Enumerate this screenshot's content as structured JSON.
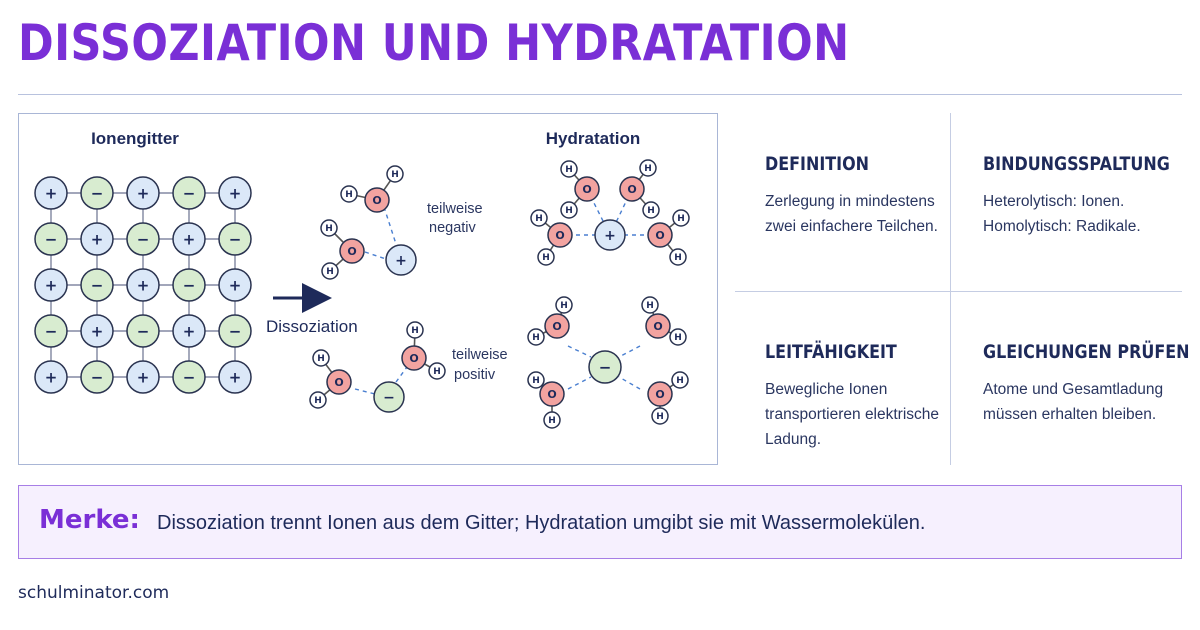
{
  "title": "DISSOZIATION UND HYDRATATION",
  "diagram": {
    "lattice_label": "Ionengitter",
    "process_label": "Dissoziation",
    "hydration_label": "Hydratation",
    "note_negative": [
      "teilweise",
      "negativ"
    ],
    "note_positive": [
      "teilweise",
      "positiv"
    ],
    "lattice_rows": [
      [
        "+",
        "−",
        "+",
        "−",
        "+"
      ],
      [
        "−",
        "+",
        "−",
        "+",
        "−"
      ],
      [
        "+",
        "−",
        "+",
        "−",
        "+"
      ],
      [
        "−",
        "+",
        "−",
        "+",
        "−"
      ],
      [
        "+",
        "−",
        "+",
        "−",
        "+"
      ]
    ],
    "atom_oxygen": "O",
    "atom_hydrogen": "H",
    "cation_sign": "+",
    "anion_sign": "−"
  },
  "cards": [
    {
      "id": "definition",
      "title": "DEFINITION",
      "text": "Zerlegung in mindestens\nzwei einfachere Teilchen."
    },
    {
      "id": "bindungsspaltung",
      "title": "BINDUNGSSPALTUNG",
      "text": "Heterolytisch: Ionen.\nHomolytisch: Radikale."
    },
    {
      "id": "leitfaehigkeit",
      "title": "LEITFÄHIGKEIT",
      "text": "Bewegliche Ionen\ntransportieren elektrische\nLadung."
    },
    {
      "id": "gleichungen",
      "title": "GLEICHUNGEN PRÜFEN",
      "text": "Atome und Gesamtladung\nmüssen erhalten bleiben."
    }
  ],
  "merke": {
    "label": "Merke:",
    "text": "Dissoziation trennt Ionen aus dem Gitter; Hydratation umgibt sie mit Wassermolekülen."
  },
  "footer": "schulminator.com",
  "colors": {
    "accent": "#7a2fd6",
    "navy": "#1e2a5a",
    "cation_fill": "#dbe8f8",
    "anion_fill": "#d8ecd0",
    "oxygen_fill": "#f2a3a0",
    "hydrogen_fill": "#ffffff"
  }
}
